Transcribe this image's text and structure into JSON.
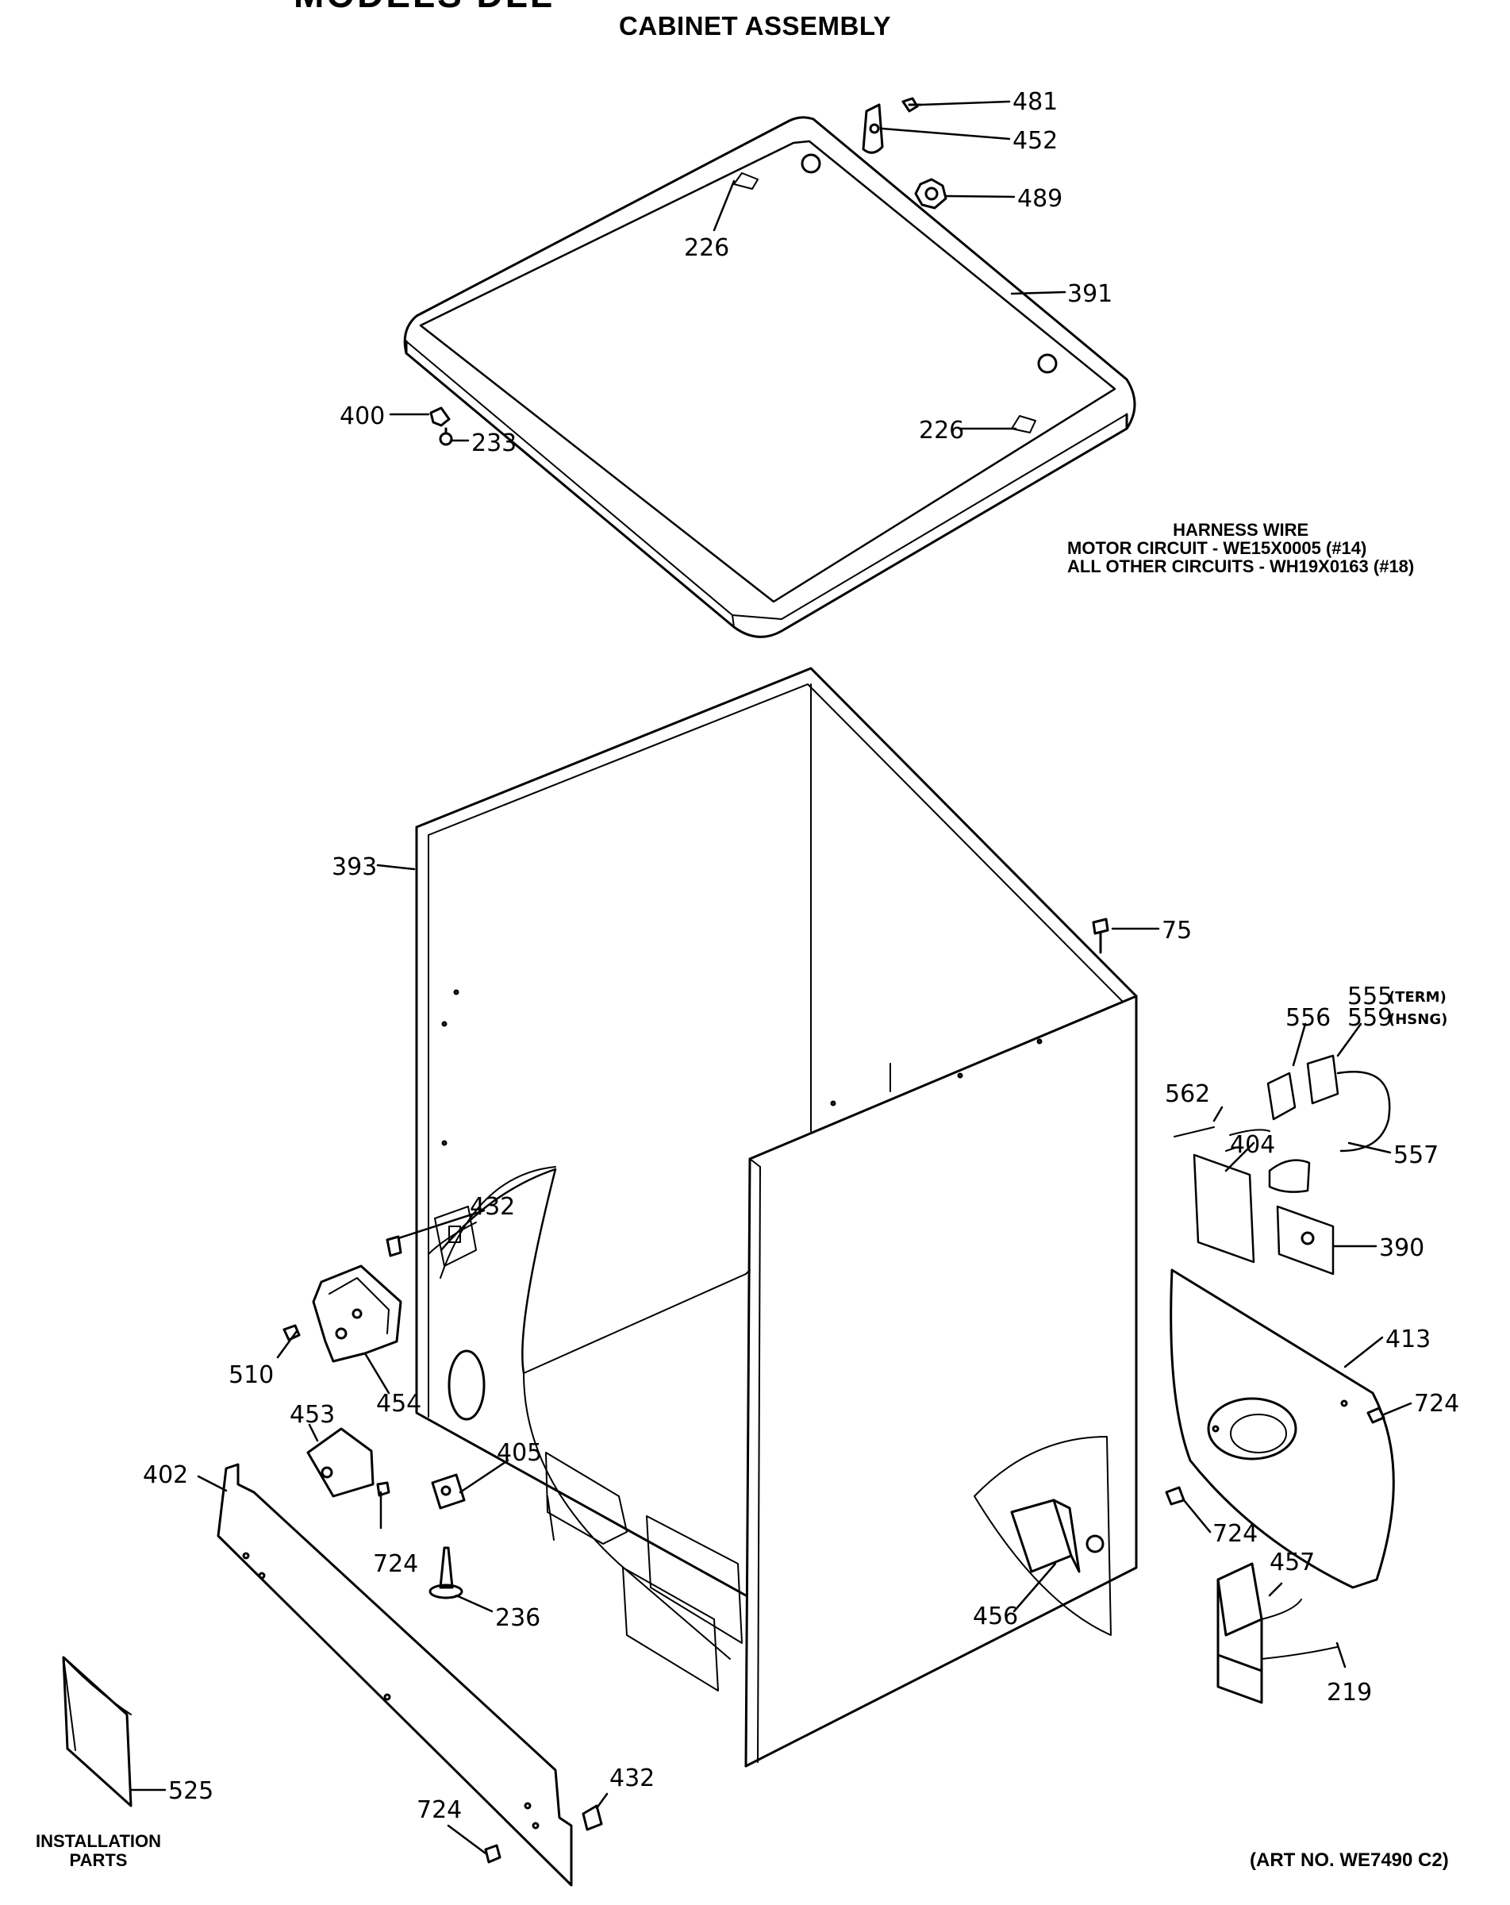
{
  "header": {
    "models_partial": "MODELS DLL",
    "section_title": "CABINET ASSEMBLY"
  },
  "note": {
    "title": "HARNESS WIRE",
    "line1": "MOTOR CIRCUIT - WE15X0005 (#14)",
    "line2": "ALL OTHER CIRCUITS - WH19X0163 (#18)"
  },
  "footer": {
    "installation_line1": "INSTALLATION",
    "installation_line2": "PARTS",
    "art_number": "(ART NO. WE7490 C2)"
  },
  "callouts": {
    "c481": "481",
    "c452": "452",
    "c489": "489",
    "c226a": "226",
    "c391": "391",
    "c400": "400",
    "c233": "233",
    "c226b": "226",
    "c393": "393",
    "c75": "75",
    "c555": "555",
    "c555_note": "(TERM)",
    "c559": "559",
    "c559_note": "(HSNG)",
    "c556": "556",
    "c562": "562",
    "c404": "404",
    "c557": "557",
    "c390": "390",
    "c432a": "432",
    "c510": "510",
    "c454": "454",
    "c413": "413",
    "c724a": "724",
    "c453": "453",
    "c405": "405",
    "c402": "402",
    "c724b": "724",
    "c236": "236",
    "c724c": "724",
    "c457": "457",
    "c456": "456",
    "c219": "219",
    "c525": "525",
    "c432b": "432",
    "c724d": "724"
  }
}
